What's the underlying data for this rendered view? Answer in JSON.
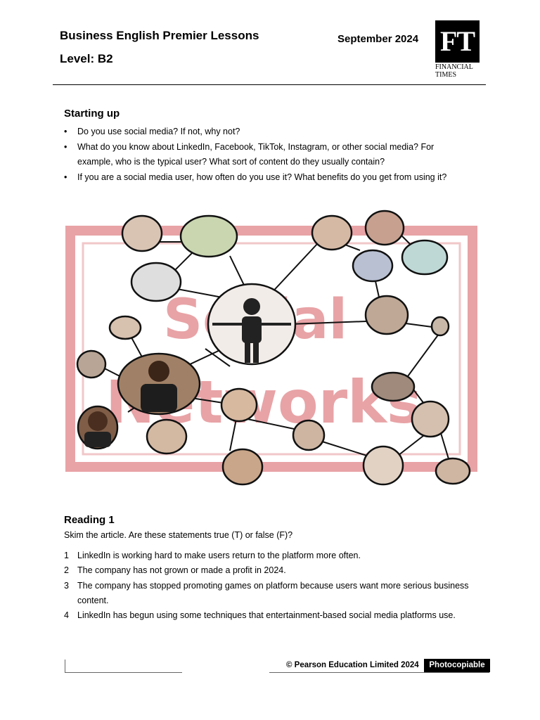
{
  "header": {
    "title": "Business English Premier Lessons",
    "level": "Level: B2",
    "date": "September 2024",
    "logo_text": "FT",
    "logo_sub_1": "FINANCIAL",
    "logo_sub_2": "TIMES"
  },
  "starting_up": {
    "heading": "Starting up",
    "bullets": [
      "Do you use social media? If not, why not?",
      "What do you know about LinkedIn, Facebook, TikTok, Instagram, or other social media? For example, who is the typical user? What sort of content do they usually contain?",
      "If you are a social media user, how often do you use it? What benefits do you get from using it?"
    ]
  },
  "illustration": {
    "background_text_1": "Social",
    "background_text_2": "Networks",
    "stamp_color": "#e8a3a6"
  },
  "reading": {
    "heading": "Reading 1",
    "intro": "Skim the article. Are these statements true (T) or false (F)?",
    "statements": [
      {
        "num": "1",
        "text": "LinkedIn is working hard to make users return to the platform more often."
      },
      {
        "num": "2",
        "text": "The company has not grown or made a profit in 2024."
      },
      {
        "num": "3",
        "text": "The company has stopped promoting games on platform because users want more serious business content."
      },
      {
        "num": "4",
        "text": "LinkedIn has begun using some techniques that entertainment-based social media platforms use."
      }
    ]
  },
  "footer": {
    "copyright": "© Pearson Education Limited 2024",
    "badge": "Photocopiable"
  }
}
